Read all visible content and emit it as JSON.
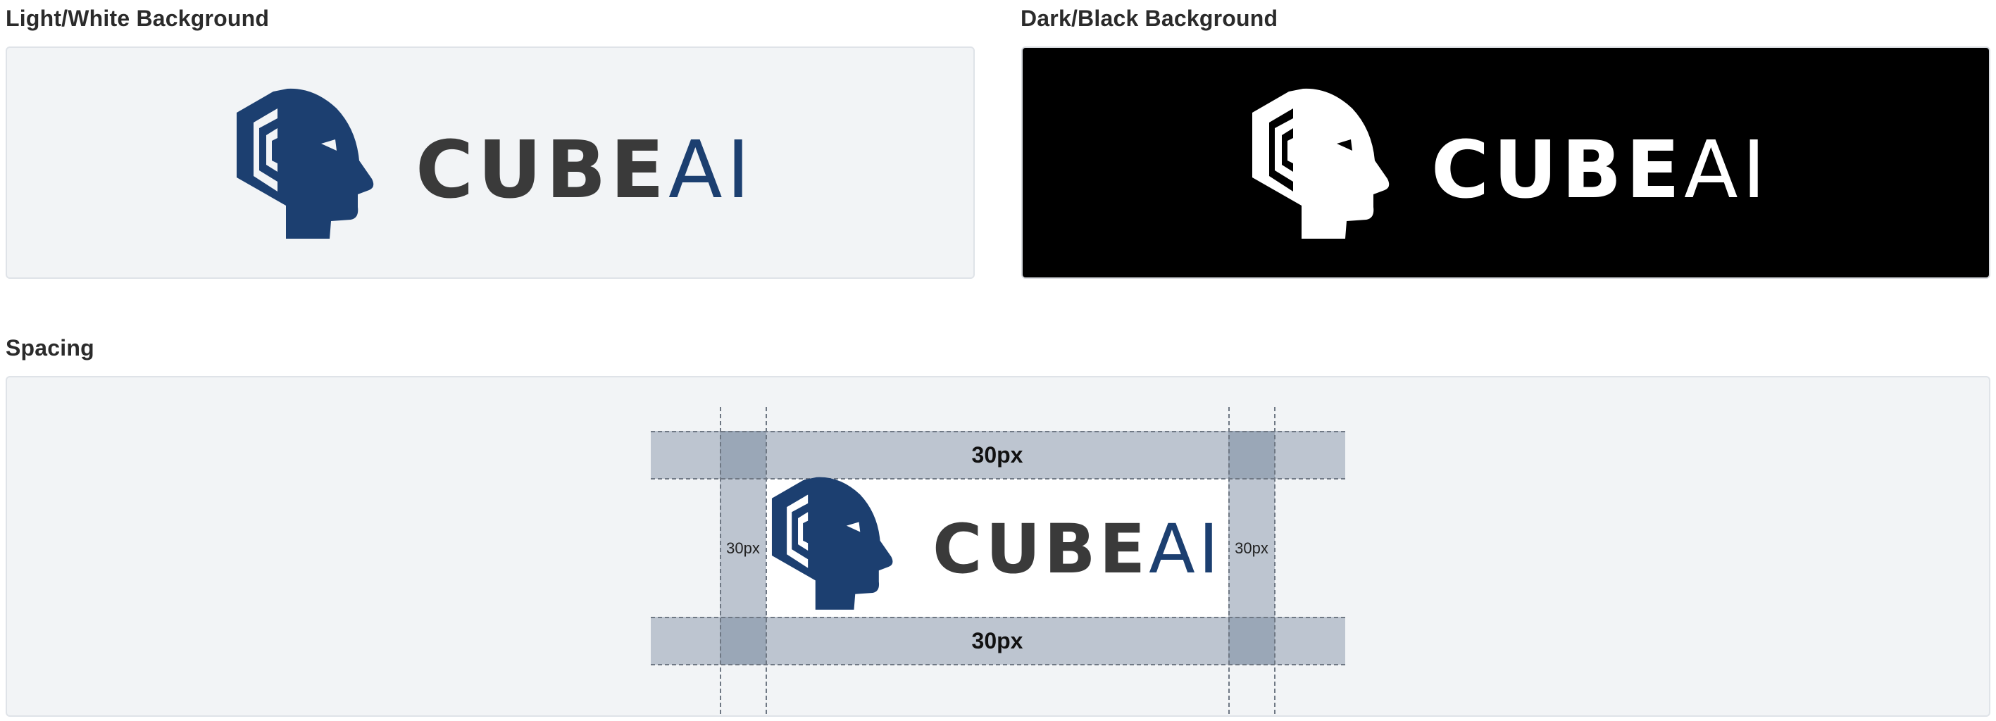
{
  "sections": {
    "light_title": "Light/White Background",
    "dark_title": "Dark/Black Background",
    "spacing_title": "Spacing"
  },
  "logo": {
    "word_main": "CUBE",
    "word_accent": "AI",
    "icon": "head-cube-icon"
  },
  "colors": {
    "brand_blue": "#1c3f70",
    "text_dark": "#3a3a3a",
    "white": "#ffffff",
    "black": "#000000"
  },
  "spacing": {
    "top_label": "30px",
    "bottom_label": "30px",
    "left_label": "30px",
    "right_label": "30px"
  }
}
